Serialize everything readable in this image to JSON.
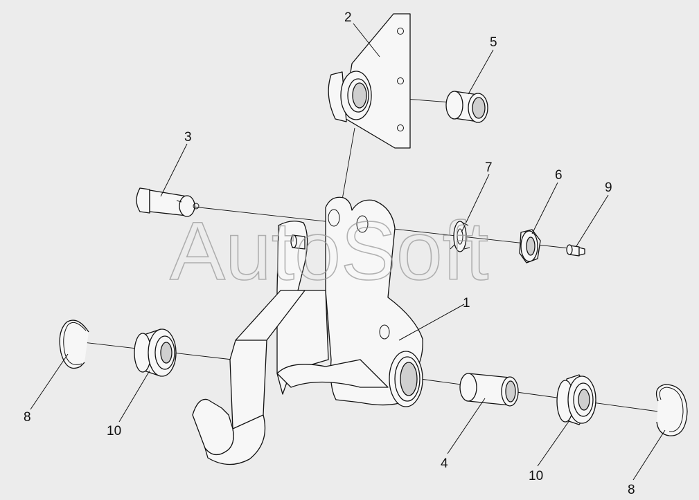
{
  "watermark": {
    "text": "AutoSoft",
    "color": "#9a9a9a"
  },
  "colors": {
    "background": "#ececec",
    "line": "#111111",
    "fill": "#f7f7f7"
  },
  "callouts": [
    {
      "id": "c1",
      "label": "1"
    },
    {
      "id": "c2",
      "label": "2"
    },
    {
      "id": "c3",
      "label": "3"
    },
    {
      "id": "c4",
      "label": "4"
    },
    {
      "id": "c5",
      "label": "5"
    },
    {
      "id": "c6",
      "label": "6"
    },
    {
      "id": "c7",
      "label": "7"
    },
    {
      "id": "c8a",
      "label": "8"
    },
    {
      "id": "c8b",
      "label": "8"
    },
    {
      "id": "c9",
      "label": "9"
    },
    {
      "id": "c10a",
      "label": "10"
    },
    {
      "id": "c10b",
      "label": "10"
    }
  ]
}
